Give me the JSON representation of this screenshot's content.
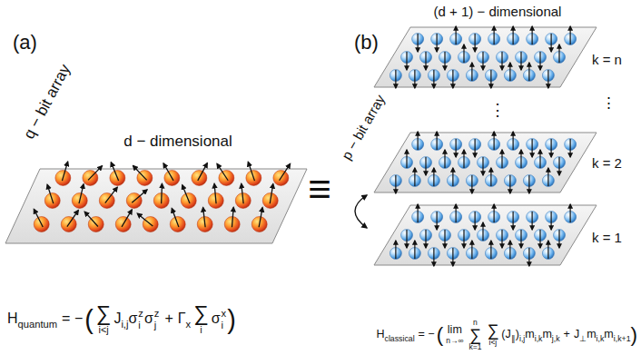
{
  "diagram": {
    "labels": [
      "(a)",
      "q − bit array",
      "d − dimensional",
      "≡",
      "(b)",
      "(d + 1) − dimensional",
      "p − bit array",
      "k = n",
      "⋮",
      "⋮",
      "k = 2",
      "k = 1",
      "H",
      "quantum",
      "= −",
      "(",
      "∑",
      "i<j",
      "J",
      "i,j",
      "σ",
      "z",
      "i",
      "σ",
      "z",
      "j",
      "+",
      "Γ",
      "x",
      "∑",
      "i",
      "σ",
      "x",
      "i",
      ")",
      "H",
      "classical",
      "= −",
      "(",
      "lim",
      "n→∞",
      "n",
      "∑",
      "k=1",
      "∑",
      "i<j",
      "(J",
      "∥",
      ")",
      "i,j",
      "m",
      "i,k",
      "m",
      "j,k",
      "+",
      "J",
      "⊥",
      "m",
      "i,k",
      "m",
      "i,k+1",
      ")"
    ]
  }
}
